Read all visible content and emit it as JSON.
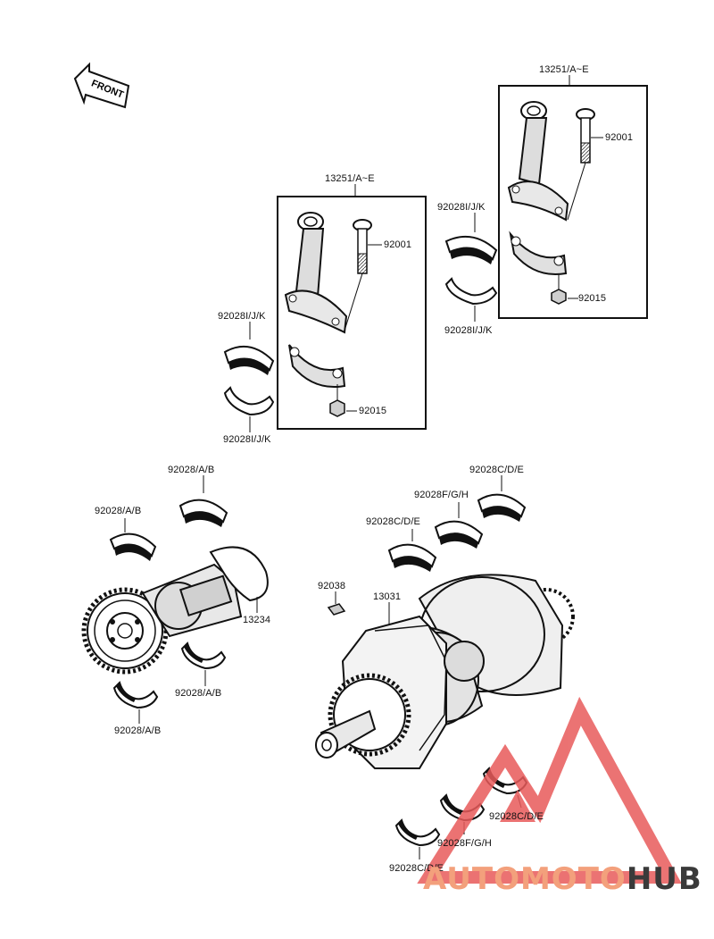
{
  "front_arrow_text": "FRONT",
  "labels": {
    "rod_box_top": "13251/A~E",
    "bolt_top": "92001",
    "nut_top": "92015",
    "bearing_top_upper": "92028I/J/K",
    "bearing_top_lower": "92028I/J/K",
    "rod_box_mid": "13251/A~E",
    "bolt_mid": "92001",
    "nut_mid": "92015",
    "bearing_mid_upper": "92028I/J/K",
    "bearing_mid_lower": "92028I/J/K",
    "balancer_bearing_1": "92028/A/B",
    "balancer_bearing_2": "92028/A/B",
    "balancer_bearing_3": "92028/A/B",
    "balancer_bearing_4": "92028/A/B",
    "balancer_shaft": "13234",
    "key": "92038",
    "crankshaft": "13031",
    "main_bearing_cde_1": "92028C/D/E",
    "main_bearing_fgh_1": "92028F/G/H",
    "main_bearing_cde_2": "92028C/D/E",
    "main_bearing_cde_3": "92028C/D/E",
    "main_bearing_fgh_2": "92028F/G/H",
    "main_bearing_cde_4": "92028C/D/E"
  },
  "watermark": {
    "part1": "AUTOMOTO",
    "part2": "HUB",
    "color1": "#f3a07c",
    "color2": "#3a3a3a",
    "triangle_color": "#e85a5a"
  }
}
